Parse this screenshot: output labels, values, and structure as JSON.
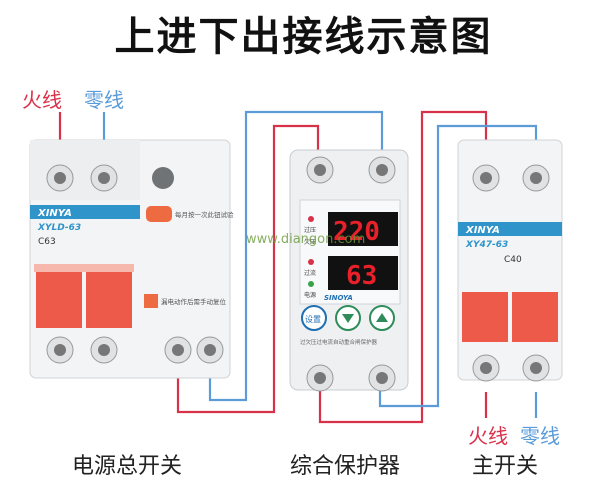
{
  "title": "上进下出接线示意图",
  "labels": {
    "live_top": "火线",
    "neutral_top": "零线",
    "live_bottom": "火线",
    "neutral_bottom": "零线"
  },
  "captions": {
    "main_switch": "电源总开关",
    "protector": "综合保护器",
    "third": "主开关"
  },
  "watermark": "www.diangon.com",
  "main_switch": {
    "brand": "XINYA",
    "model": "XYLD-63",
    "rating": "C63",
    "note_top": "每月按一次此钮试验",
    "note_bottom": "漏电动作后需手动复位"
  },
  "protector": {
    "brand": "SINOYA",
    "voltage_display": "220",
    "current_display": "63",
    "label_overvoltage": "过压",
    "label_undervoltage": "欠压",
    "label_overcurrent": "过流",
    "label_power": "电源",
    "button_set": "设置",
    "subtitle": "过欠压过电流自动重合闸保护器",
    "colors": {
      "display": "#e8202a",
      "up_button": "#2f8c5a",
      "set_button": "#1f6fb2"
    }
  },
  "right_breaker": {
    "brand": "XINYA",
    "model": "XY47-63",
    "rating": "C40"
  },
  "colors": {
    "live": "#d8324a",
    "neutral": "#5b9bd8",
    "handle": "#ee5a4a"
  }
}
